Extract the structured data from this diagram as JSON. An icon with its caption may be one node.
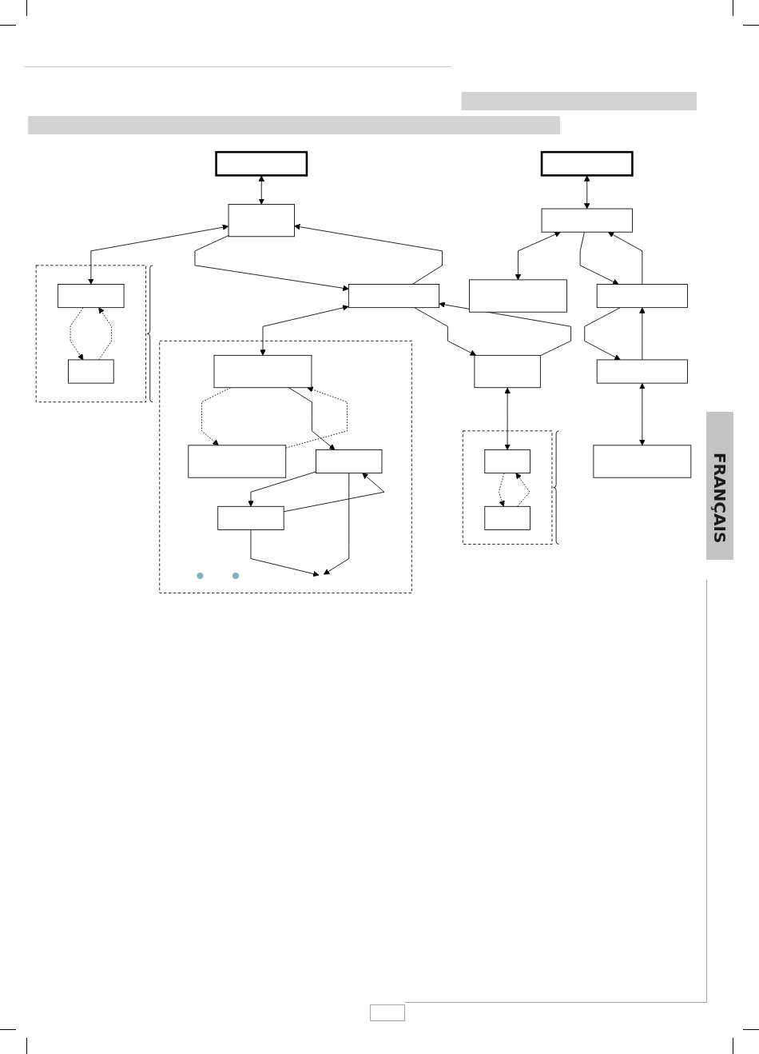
{
  "diagram": {
    "nodes": [
      {
        "text": [],
        "shape": "box"
      },
      {
        "text": [],
        "shape": "box"
      },
      {
        "text": [],
        "shape": "box"
      },
      {
        "text": [],
        "shape": "box"
      },
      {
        "text": [],
        "shape": "box"
      },
      {
        "text": [],
        "shape": "box"
      },
      {
        "text": [],
        "shape": "box"
      },
      {
        "text": [],
        "shape": "box"
      },
      {
        "text": [],
        "shape": "box"
      },
      {
        "text": [],
        "shape": "box",
        "in": 8
      },
      {
        "text": [],
        "shape": "box",
        "in": 8
      },
      {
        "text": [],
        "shape": "box"
      },
      {
        "text": [],
        "shape": "box"
      },
      {
        "text": [],
        "shape": "box",
        "in": 12
      },
      {
        "text": [],
        "shape": "box",
        "in": 12
      },
      {
        "text": [],
        "shape": "circle",
        "in": 12
      },
      {
        "text": [],
        "shape": "box",
        "in": 12
      },
      {
        "text": [],
        "shape": "circle",
        "in": 12
      },
      {
        "text": [],
        "shape": "box",
        "in": 12
      },
      {
        "text": [],
        "shape": "box"
      },
      {
        "text": [],
        "shape": "box"
      },
      {
        "text": [],
        "shape": "box",
        "in": 20
      },
      {
        "text": [],
        "shape": "box",
        "in": 20
      }
    ],
    "edges": [
      {
        "from": 0,
        "to": 1,
        "arrow": "both"
      },
      {
        "from": 1,
        "to": 2,
        "arrow": "both"
      },
      {
        "from": 1,
        "to": 3,
        "arrow": "to"
      },
      {
        "from": 3,
        "to": 1,
        "arrow": "to"
      },
      {
        "from": 3,
        "to": 4,
        "arrow": "to"
      },
      {
        "from": 4,
        "to": 3,
        "arrow": "to"
      },
      {
        "from": 4,
        "to": 5,
        "arrow": "both"
      },
      {
        "from": 6,
        "to": 7,
        "arrow": "both"
      },
      {
        "from": 7,
        "to": 9,
        "arrow": "both"
      },
      {
        "from": 9,
        "to": 10,
        "arrow": "to",
        "style": "dashed"
      },
      {
        "from": 10,
        "to": 9,
        "arrow": "to",
        "style": "dashed"
      },
      {
        "from": 7,
        "to": 11,
        "arrow": "to"
      },
      {
        "from": 11,
        "to": 7,
        "arrow": "to"
      },
      {
        "from": 11,
        "to": 13,
        "arrow": "both"
      },
      {
        "from": 13,
        "to": 14,
        "arrow": "to",
        "style": "dashed"
      },
      {
        "from": 14,
        "to": 13,
        "arrow": "to",
        "style": "dashed"
      },
      {
        "from": 13,
        "to": 16,
        "arrow": "to"
      },
      {
        "from": 16,
        "to": 18,
        "arrow": "to"
      },
      {
        "from": 18,
        "to": 16,
        "arrow": "to"
      },
      {
        "from": 16,
        "to": null,
        "arrow": "to"
      },
      {
        "from": 18,
        "to": null,
        "arrow": "to"
      },
      {
        "from": 11,
        "to": 19,
        "arrow": "to"
      },
      {
        "from": 19,
        "to": 11,
        "arrow": "to"
      },
      {
        "from": 19,
        "to": 21,
        "arrow": "both"
      },
      {
        "from": 21,
        "to": 22,
        "arrow": "to",
        "style": "dashed"
      },
      {
        "from": 22,
        "to": 21,
        "arrow": "to",
        "style": "dashed"
      }
    ],
    "labels": [
      "FRANÇAIS"
    ]
  }
}
